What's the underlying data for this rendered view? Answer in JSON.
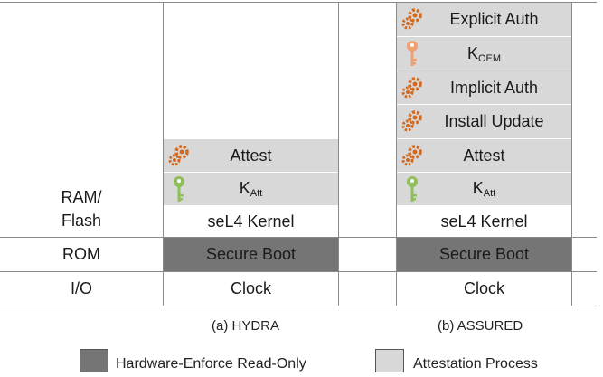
{
  "colors": {
    "process": "#d8d8d8",
    "readonly": "#757575",
    "gear": "#d2691e",
    "key_green": "#8fbf5a",
    "key_orange": "#f0a070"
  },
  "row_labels": {
    "ram_flash": "RAM/\nFlash",
    "rom": "ROM",
    "io": "I/O"
  },
  "hydra": {
    "attest": "Attest",
    "k_main": "K",
    "k_sub": "Att",
    "kernel": "seL4 Kernel",
    "secure_boot": "Secure Boot",
    "clock": "Clock",
    "caption": "(a) HYDRA"
  },
  "assured": {
    "explicit_auth": "Explicit Auth",
    "koem_main": "K",
    "koem_sub": "OEM",
    "implicit_auth": "Implicit Auth",
    "install_update": "Install Update",
    "attest": "Attest",
    "k_main": "K",
    "k_sub": "Att",
    "kernel": "seL4 Kernel",
    "secure_boot": "Secure Boot",
    "clock": "Clock",
    "caption": "(b) ASSURED"
  },
  "legend": {
    "readonly": "Hardware-Enforce Read-Only",
    "process": "Attestation Process"
  }
}
